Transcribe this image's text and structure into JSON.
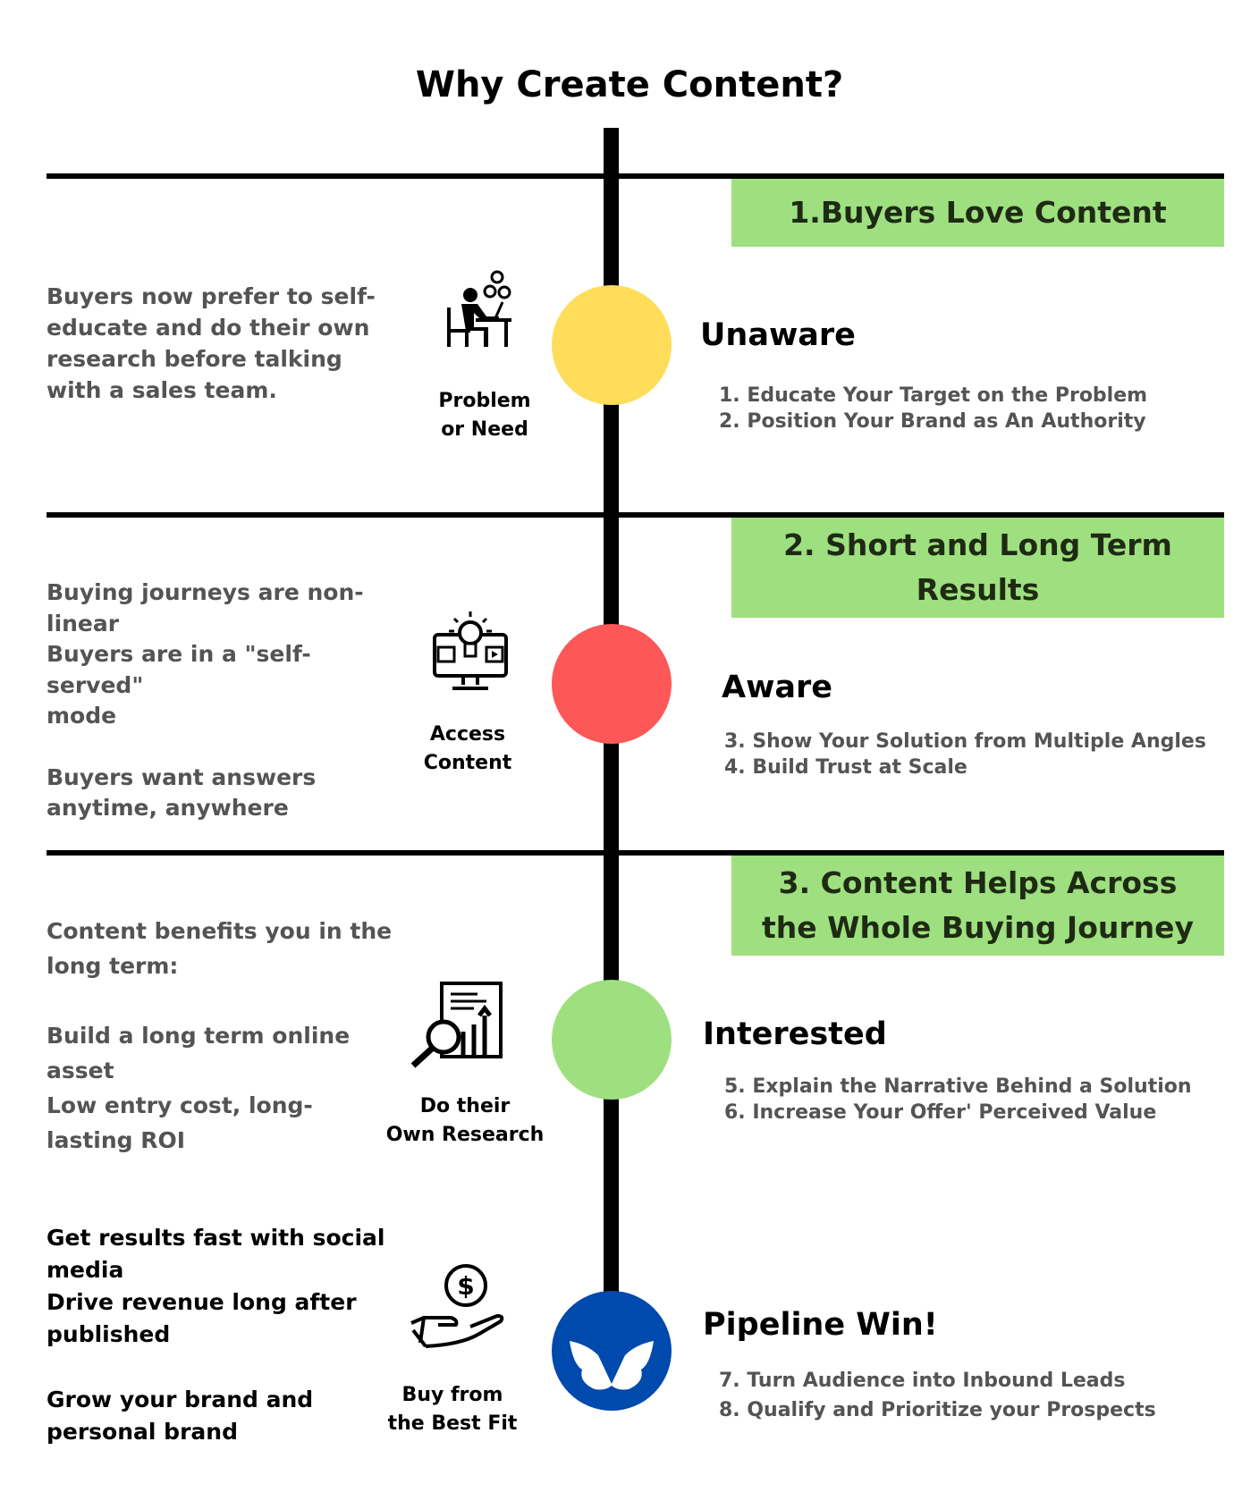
{
  "title": "Why Create Content?",
  "colors": {
    "green": "#9ee07f",
    "yellow": "#fedd5a",
    "red": "#fe5757",
    "blue": "#004aad"
  },
  "sections": [
    {
      "banner": [
        "1.Buyers Love Content"
      ],
      "left": [
        "Buyers now prefer to self-",
        "educate and do their own",
        "research before talking",
        "with a sales team."
      ],
      "stage": [
        "Problem",
        "or Need"
      ],
      "icon": "person-at-desk-gears-icon",
      "heading": "Unaware",
      "items": [
        "1. Educate Your Target on the Problem",
        "2. Position Your Brand as An Authority"
      ]
    },
    {
      "banner": [
        "2. Short and Long Term",
        "Results"
      ],
      "left": [
        "Buying journeys are non-",
        "linear",
        "Buyers are in a \"self-served\"",
        "mode",
        "",
        "Buyers want answers",
        "anytime, anywhere"
      ],
      "stage": [
        "Access",
        "Content"
      ],
      "icon": "monitor-lightbulb-icon",
      "heading": "Aware",
      "items": [
        "3. Show Your Solution from Multiple Angles",
        "4. Build Trust at Scale"
      ]
    },
    {
      "banner": [
        "3. Content Helps Across",
        "the Whole Buying Journey"
      ],
      "left": [
        "Content benefits you in the",
        "long term:",
        "",
        "Build a long term online",
        "asset",
        "Low entry cost, long-",
        "lasting ROI"
      ],
      "stage": [
        "Do their",
        "Own Research"
      ],
      "icon": "magnifier-report-icon",
      "heading": "Interested",
      "items": [
        "5. Explain the Narrative Behind a Solution",
        "6. Increase Your Offer' Perceived Value"
      ]
    },
    {
      "left": [
        "Get results fast with social",
        "media",
        "Drive revenue long after",
        "published",
        "",
        "Grow your brand and",
        "personal brand"
      ],
      "stage": [
        "Buy from",
        "the Best Fit"
      ],
      "icon": "hand-dollar-icon",
      "heading": "Pipeline Win!",
      "items": [
        "7. Turn Audience into Inbound Leads",
        "8. Qualify and Prioritize your Prospects"
      ]
    }
  ]
}
